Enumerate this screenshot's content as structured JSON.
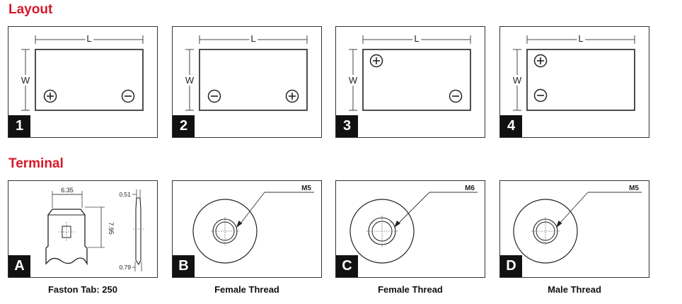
{
  "sections": {
    "layout_title": "Layout",
    "terminal_title": "Terminal"
  },
  "layout": {
    "dimension_length": "L",
    "dimension_width": "W",
    "positive_symbol": "+",
    "negative_symbol": "−",
    "panels": [
      {
        "badge": "1"
      },
      {
        "badge": "2"
      },
      {
        "badge": "3"
      },
      {
        "badge": "4"
      }
    ]
  },
  "terminal": {
    "panels": [
      {
        "badge": "A",
        "caption": "Faston Tab: 250",
        "dim_width": "6.35",
        "dim_height": "7.95",
        "dim_top": "0.51",
        "dim_bottom": "0.79"
      },
      {
        "badge": "B",
        "caption": "Female Thread",
        "thread": "M5"
      },
      {
        "badge": "C",
        "caption": "Female Thread",
        "thread": "M6"
      },
      {
        "badge": "D",
        "caption": "Male Thread",
        "thread": "M5"
      }
    ]
  },
  "colors": {
    "section_title": "#d7192a",
    "badge_bg": "#111111",
    "line": "#333333"
  }
}
